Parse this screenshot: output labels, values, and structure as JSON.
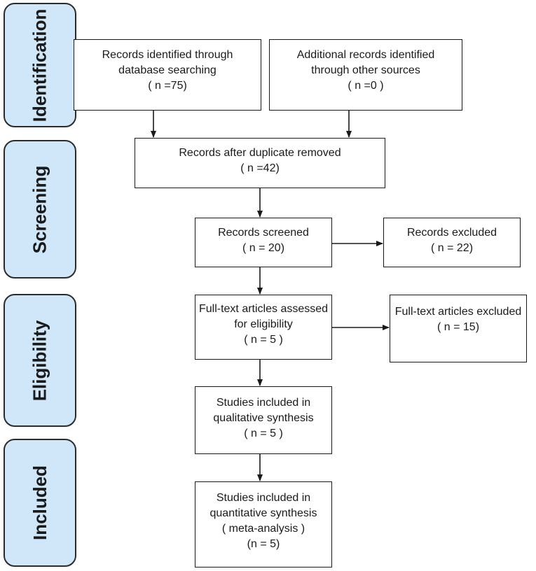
{
  "stages": {
    "identification": "Identification",
    "screening": "Screening",
    "eligibility": "Eligibility",
    "included": "Included"
  },
  "boxes": {
    "database_records": [
      "Records identified through",
      "database searching",
      "( n =75)"
    ],
    "other_records": [
      "Additional records identified",
      "through other sources",
      "( n =0 )"
    ],
    "after_duplicates": [
      "Records after duplicate removed",
      "( n =42)"
    ],
    "screened": [
      "Records screened",
      "( n = 20)"
    ],
    "excluded": [
      "Records excluded",
      "( n = 22)"
    ],
    "fulltext_assessed": [
      "Full-text articles assessed",
      "for eligibility",
      "( n = 5 )"
    ],
    "fulltext_excluded": [
      "Full-text articles excluded",
      "( n = 15)"
    ],
    "qualitative": [
      "Studies included in",
      "qualitative synthesis",
      "( n = 5 )"
    ],
    "quantitative": [
      "Studies included in",
      "quantitative synthesis",
      "( meta-analysis )",
      "(n = 5)"
    ]
  },
  "colors": {
    "stage_fill": "#cfe7f8",
    "stroke": "#1a1a1a"
  }
}
